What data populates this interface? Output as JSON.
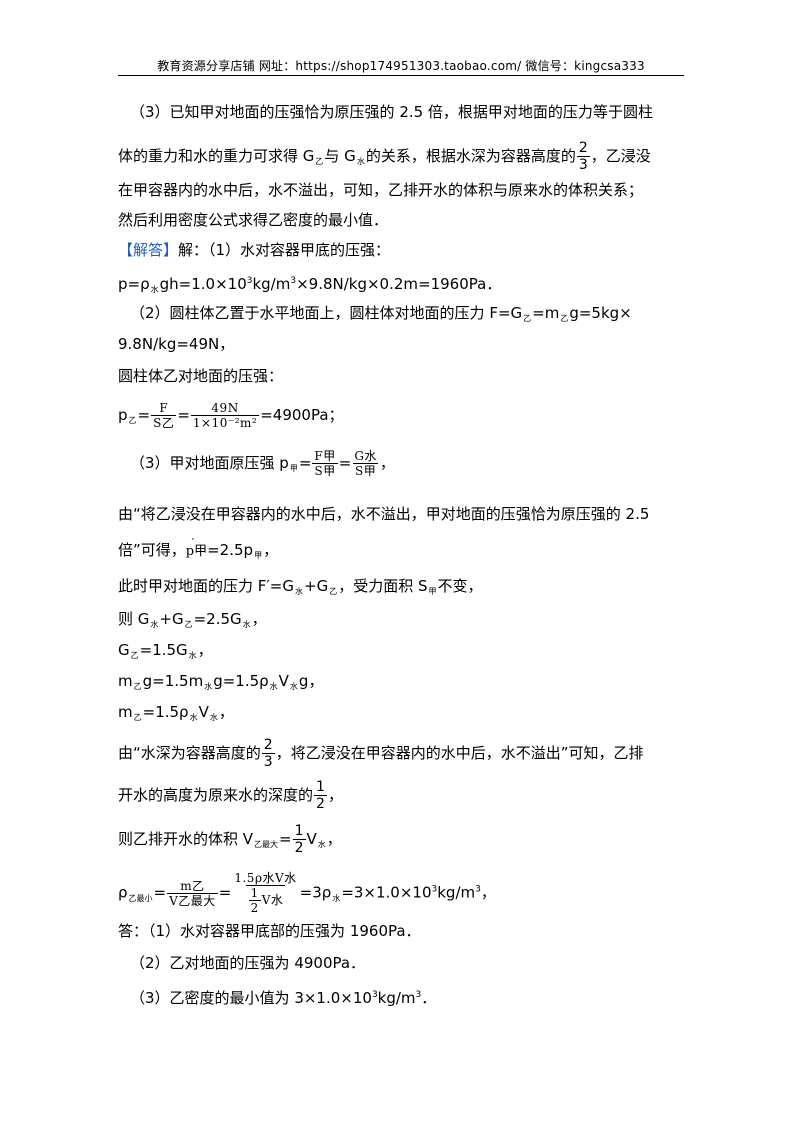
{
  "header": {
    "text": "教育资源分享店铺    网址：https://shop174951303.taobao.com/        微信号：kingcsa333"
  },
  "analysis": {
    "l1": "（3）已知甲对地面的压强恰为原压强的 2.5 倍，根据甲对地面的压力等于圆柱",
    "l2a": "体的重力和水的重力可求得 G",
    "l2s1": "乙",
    "l2b": "与 G",
    "l2s2": "水",
    "l2c": "的关系，根据水深为容器高度的",
    "l2fn": "2",
    "l2fd": "3",
    "l2d": "，乙浸没",
    "l3": "在甲容器内的水中后，水不溢出，可知，乙排开水的体积与原来水的体积关系；",
    "l4": "然后利用密度公式求得乙密度的最小值．"
  },
  "solution": {
    "tag": "【解答】",
    "l5": "解：（1）水对容器甲底的压强：",
    "l6a": "p=ρ",
    "l6s": "水",
    "l6b": "gh=1.0×10",
    "l6e": "3",
    "l6c": "kg/m",
    "l6e2": "3",
    "l6d": "×9.8N/kg×0.2m=1960Pa．",
    "l7a": "（2）圆柱体乙置于水平地面上，圆柱体对地面的压力  F=G",
    "l7s1": "乙",
    "l7b": "=m",
    "l7s2": "乙",
    "l7c": "g=5kg×",
    "l8": "9.8N/kg=49N，",
    "l9": "圆柱体乙对地面的压强：",
    "l10a": "p",
    "l10s": "乙",
    "l10b": "=",
    "l10f1n": "F",
    "l10f1d": "S乙",
    "l10c": "=",
    "l10f2n": "49N",
    "l10f2d": "1×10⁻²m²",
    "l10d": "=4900Pa；",
    "l11a": "（3）甲对地面原压强 p",
    "l11s": "甲",
    "l11b": "=",
    "l11f1n": "F甲",
    "l11f1d": "S甲",
    "l11c": "=",
    "l11f2n": "G水",
    "l11f2d": "S甲",
    "l11d": "，",
    "l12": "由“将乙浸没在甲容器内的水中后，水不溢出，甲对地面的压强恰为原压强的 2.5",
    "l13a": "倍”可得，",
    "l13p": "p甲",
    "l13tick": "′",
    "l13b": "=2.5p",
    "l13s": "甲",
    "l13c": "，",
    "l14a": "此时甲对地面的压力 F′=G",
    "l14s1": "水",
    "l14b": "+G",
    "l14s2": "乙",
    "l14c": "，受力面积 S",
    "l14s3": "甲",
    "l14d": "不变，",
    "l15a": "则 G",
    "l15s1": "水",
    "l15b": "+G",
    "l15s2": "乙",
    "l15c": "=2.5G",
    "l15s3": "水",
    "l15d": "，",
    "l16a": "G",
    "l16s1": "乙",
    "l16b": "=1.5G",
    "l16s2": "水",
    "l16c": "，",
    "l17a": "m",
    "l17s1": "乙",
    "l17b": "g=1.5m",
    "l17s2": "水",
    "l17c": "g=1.5ρ",
    "l17s3": "水",
    "l17d": "V",
    "l17s4": "水",
    "l17e": "g，",
    "l18a": "m",
    "l18s1": "乙",
    "l18b": "=1.5ρ",
    "l18s2": "水",
    "l18c": "V",
    "l18s3": "水",
    "l18d": "，",
    "l19a": "由“水深为容器高度的",
    "l19fn": "2",
    "l19fd": "3",
    "l19b": "，将乙浸没在甲容器内的水中后，水不溢出”可知，乙排",
    "l20a": "开水的高度为原来水的深度的",
    "l20fn": "1",
    "l20fd": "2",
    "l20b": "，",
    "l21a": "则乙排开水的体积 V",
    "l21s1": "乙最大",
    "l21b": "=",
    "l21fn": "1",
    "l21fd": "2",
    "l21c": "V",
    "l21s2": "水",
    "l21d": "，",
    "l22a": "ρ",
    "l22s1": "乙最小",
    "l22b": "=",
    "l22f1n": "m乙",
    "l22f1d": "V乙最大",
    "l22c": "=",
    "l22f2n": "1.5ρ水V水",
    "l22f2dn": "1",
    "l22f2dd": "2",
    "l22f2dv": "V水",
    "l22d": "=3ρ",
    "l22s2": "水",
    "l22e": "=3×1.0×10",
    "l22e1": "3",
    "l22f": "kg/m",
    "l22e2": "3",
    "l22g": "，"
  },
  "answer": {
    "a1": "答：（1）水对容器甲底部的压强为 1960Pa．",
    "a2": "（2）乙对地面的压强为 4900Pa．",
    "a3a": "（3）乙密度的最小值为 3×1.0×10",
    "a3e": "3",
    "a3b": "kg/m",
    "a3e2": "3",
    "a3c": "．"
  }
}
